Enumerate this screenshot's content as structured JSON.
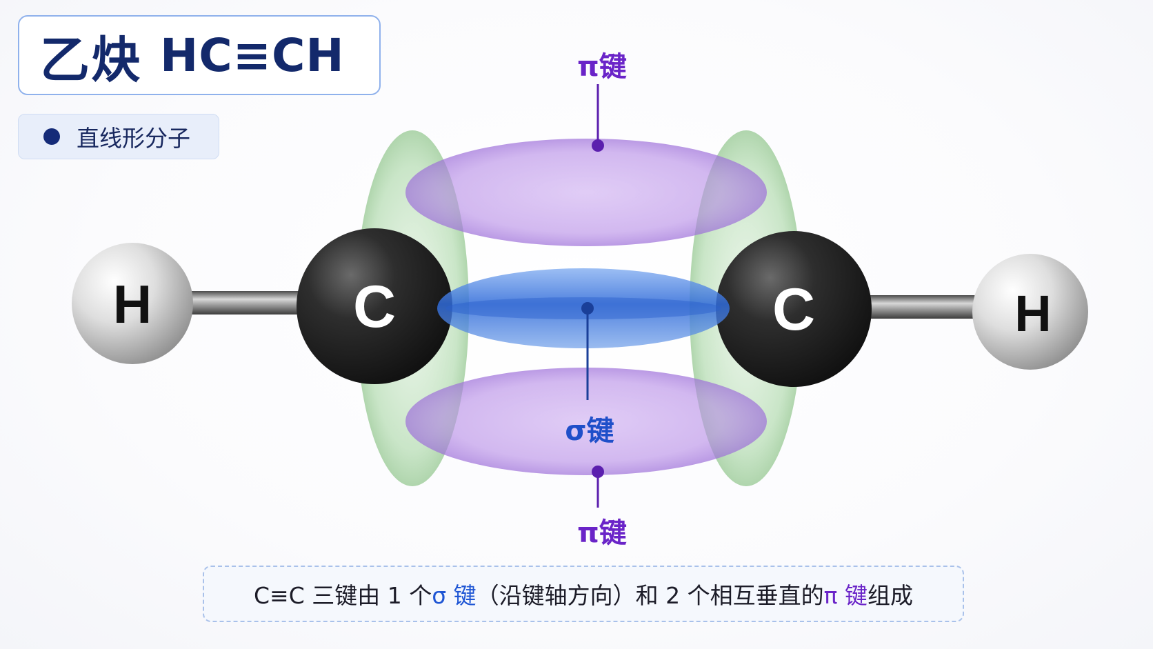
{
  "title": {
    "name": "乙炔",
    "formula": "HC≡CH"
  },
  "shape_tag": {
    "text": "直线形分子"
  },
  "atoms": [
    {
      "label": "H",
      "element": "hydrogen",
      "color": "#d9d9d9"
    },
    {
      "label": "C",
      "element": "carbon",
      "color": "#2b2b2b"
    },
    {
      "label": "C",
      "element": "carbon",
      "color": "#2b2b2b"
    },
    {
      "label": "H",
      "element": "hydrogen",
      "color": "#d9d9d9"
    }
  ],
  "bond_labels": {
    "pi_top": "π键",
    "sigma": "σ键",
    "pi_bottom": "π键"
  },
  "colors": {
    "pi_orbital": "#b98be6",
    "sigma_orbital": "#3d7fe0",
    "p_orbital": "#a6d4a3",
    "title_text": "#13296b",
    "pi_text": "#6a24c8",
    "sigma_text": "#1f4fc9"
  },
  "caption": {
    "part1": "C≡C 三键由 1 个 ",
    "sigma": "σ 键",
    "part2": "（沿键轴方向）和 2 个相互垂直的 ",
    "pi": "π 键",
    "part3": "组成"
  }
}
